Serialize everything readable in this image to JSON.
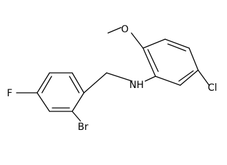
{
  "molecule": {
    "atoms": {
      "fluorine": "F",
      "bromine": "Br",
      "amine": "NH",
      "oxygen": "O",
      "chlorine": "Cl"
    }
  }
}
